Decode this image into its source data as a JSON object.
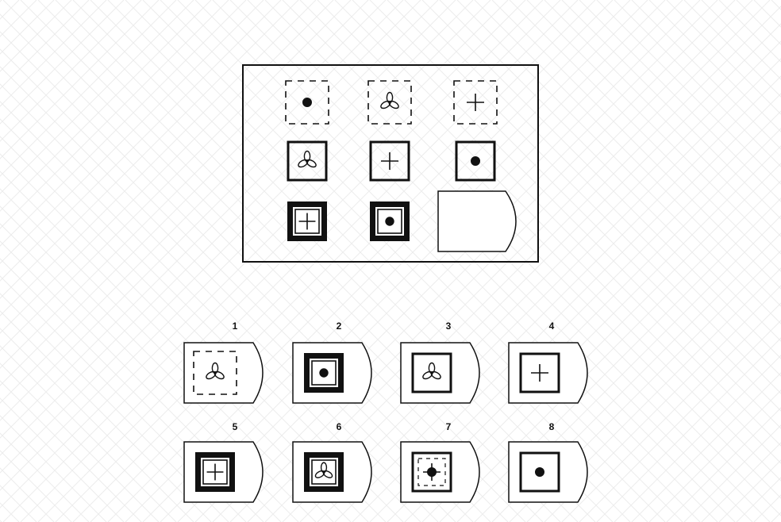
{
  "colors": {
    "ink": "#111111",
    "background": "#ffffff",
    "pattern": "#ececec"
  },
  "matrix": {
    "cells": [
      {
        "frame": "dashed",
        "symbol": "dot"
      },
      {
        "frame": "dashed",
        "symbol": "trefoil"
      },
      {
        "frame": "dashed",
        "symbol": "plus"
      },
      {
        "frame": "medium",
        "symbol": "trefoil"
      },
      {
        "frame": "medium",
        "symbol": "plus"
      },
      {
        "frame": "medium",
        "symbol": "dot"
      },
      {
        "frame": "heavy-double",
        "symbol": "plus"
      },
      {
        "frame": "heavy-double",
        "symbol": "dot"
      },
      {
        "frame": "missing",
        "symbol": "none"
      }
    ]
  },
  "options": [
    {
      "number": "1",
      "frame": "dashed",
      "symbol": "trefoil"
    },
    {
      "number": "2",
      "frame": "heavy-double",
      "symbol": "dot"
    },
    {
      "number": "3",
      "frame": "medium",
      "symbol": "trefoil"
    },
    {
      "number": "4",
      "frame": "medium",
      "symbol": "plus"
    },
    {
      "number": "5",
      "frame": "heavy-double",
      "symbol": "plus"
    },
    {
      "number": "6",
      "frame": "heavy-double",
      "symbol": "trefoil"
    },
    {
      "number": "7",
      "frame": "medium-with-dashed",
      "symbol": "crosshair-dot"
    },
    {
      "number": "8",
      "frame": "medium",
      "symbol": "dot"
    }
  ]
}
